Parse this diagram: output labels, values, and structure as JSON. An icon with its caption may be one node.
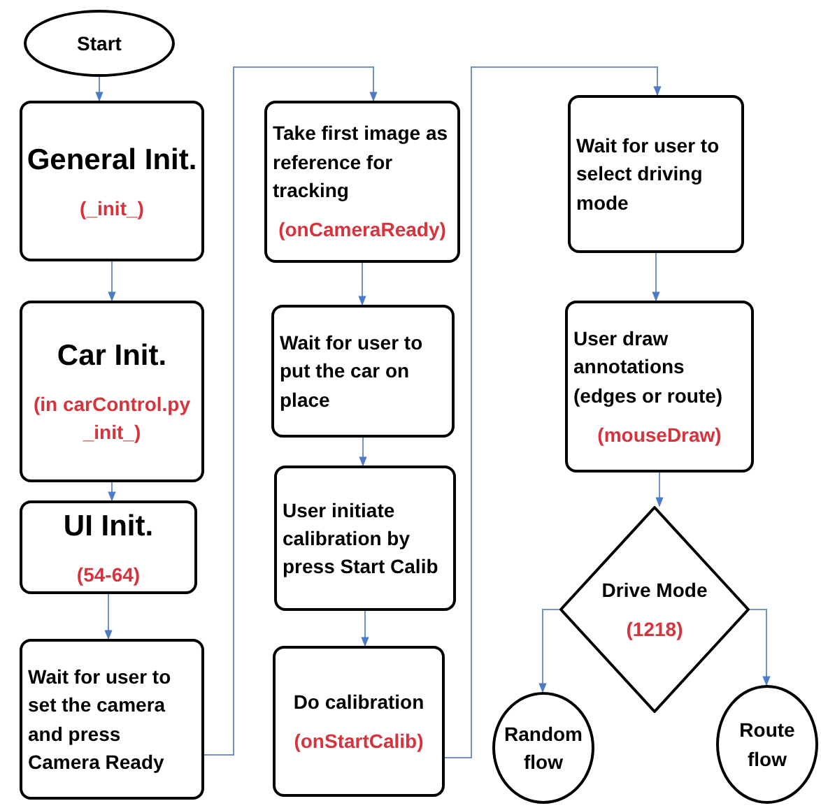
{
  "diagram": {
    "nodes": [
      {
        "text": [
          "Start"
        ]
      },
      {
        "text": [
          "General Init.",
          "(_init_)"
        ]
      },
      {
        "text": [
          "Car Init.",
          "(in carControl.py _init_)"
        ]
      },
      {
        "text": [
          "UI Init.",
          "(54-64)"
        ]
      },
      {
        "text": [
          "Wait for user to set the camera and press Camera Ready"
        ]
      },
      {
        "text": [
          "Take first image as reference for tracking",
          "(onCameraReady)"
        ]
      },
      {
        "text": [
          "Wait for user to put the car on place"
        ]
      },
      {
        "text": [
          "User initiate calibration by press Start Calib"
        ]
      },
      {
        "text": [
          "Do calibration",
          "(onStartCalib)"
        ]
      },
      {
        "text": [
          "Wait for user to select driving mode"
        ]
      },
      {
        "text": [
          "User draw annotations (edges or route)",
          "(mouseDraw)"
        ]
      },
      {
        "text": [
          "Drive Mode",
          "(1218)"
        ]
      },
      {
        "text": [
          "Random flow"
        ]
      },
      {
        "text": [
          "Route flow"
        ]
      }
    ],
    "edges": [
      {
        "from": 0,
        "to": 1,
        "arrow": "to"
      },
      {
        "from": 1,
        "to": 2,
        "arrow": "to"
      },
      {
        "from": 2,
        "to": 3,
        "arrow": "to"
      },
      {
        "from": 3,
        "to": 4,
        "arrow": "to"
      },
      {
        "from": 4,
        "to": 5,
        "arrow": "to"
      },
      {
        "from": 5,
        "to": 6,
        "arrow": "to"
      },
      {
        "from": 6,
        "to": 7,
        "arrow": "to"
      },
      {
        "from": 7,
        "to": 8,
        "arrow": "to"
      },
      {
        "from": 8,
        "to": 9,
        "arrow": "to"
      },
      {
        "from": 9,
        "to": 10,
        "arrow": "to"
      },
      {
        "from": 10,
        "to": 11,
        "arrow": "to"
      },
      {
        "from": 11,
        "to": 12,
        "arrow": "to"
      },
      {
        "from": 11,
        "to": 13,
        "arrow": "to"
      }
    ]
  }
}
